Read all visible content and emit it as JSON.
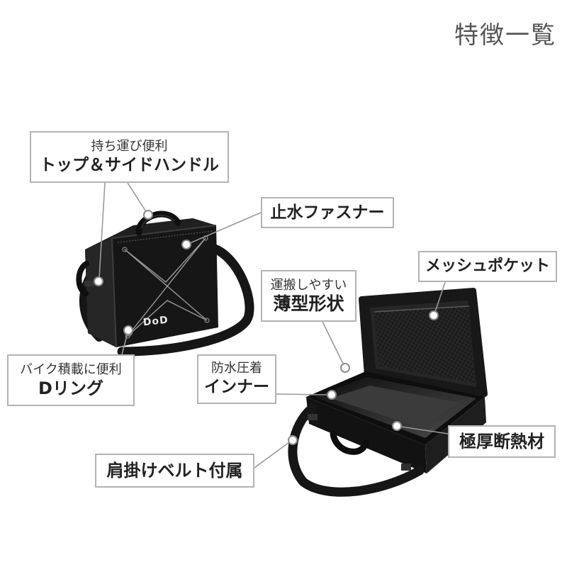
{
  "title": "特徴一覧",
  "callouts": {
    "handles": {
      "sub": "持ち運び便利",
      "main": "トップ＆サイドハンドル"
    },
    "zipper": {
      "main": "止水ファスナー"
    },
    "mesh_pocket": {
      "main": "メッシュポケット"
    },
    "thin_shape": {
      "sub": "運搬しやすい",
      "main": "薄型形状"
    },
    "d_ring": {
      "sub": "バイク積載に便利",
      "main": "Dリング"
    },
    "inner": {
      "sub": "防水圧着",
      "main": "インナー"
    },
    "insulation": {
      "main": "極厚断熱材"
    },
    "shoulder_belt": {
      "main": "肩掛けベルト付属"
    }
  },
  "product": {
    "logo": "DoD"
  },
  "colors": {
    "background": "#ffffff",
    "box_border": "#b3b3b3",
    "leader": "#999999",
    "text": "#333333",
    "title": "#555555",
    "bag": "#161616"
  }
}
